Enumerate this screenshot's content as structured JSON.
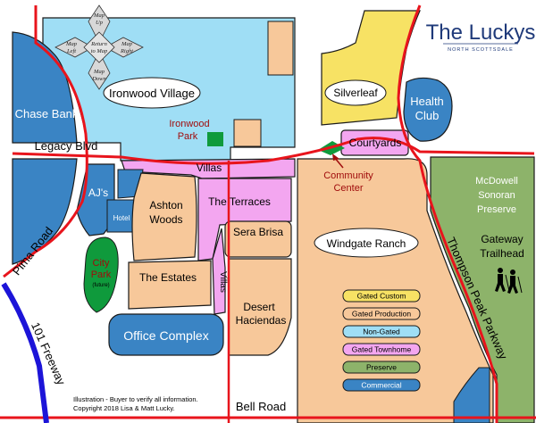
{
  "brand": {
    "name": "The Luckys",
    "tagline": "NORTH SCOTTSDALE",
    "color": "#1f3a7a"
  },
  "nav_control": {
    "up": [
      "Map",
      "Up"
    ],
    "down": [
      "Map",
      "Down"
    ],
    "left": [
      "Map",
      "Left"
    ],
    "right": [
      "Map",
      "Right"
    ],
    "center": [
      "Return",
      "to Map"
    ]
  },
  "roads": {
    "legacy": "Legacy Blvd",
    "pima": "Pima Road",
    "freeway": "101 Freeway",
    "thompson": "Thompson Peak Parkway",
    "bell": "Bell Road"
  },
  "areas": {
    "chase_bank": "Chase Bank",
    "ironwood_village": "Ironwood Village",
    "ironwood_park": [
      "Ironwood",
      "Park"
    ],
    "silverleaf": "Silverleaf",
    "health_club": [
      "Health",
      "Club"
    ],
    "courtyards": "Courtyards",
    "community_center": [
      "Community",
      "Center"
    ],
    "villas_top": "Villas",
    "ajs": "AJ's",
    "hotel": "Hotel",
    "ashton_woods": [
      "Ashton",
      "Woods"
    ],
    "the_terraces": "The Terraces",
    "sera_brisa": "Sera Brisa",
    "windgate_ranch": "Windgate Ranch",
    "mcdowell": [
      "McDowell",
      "Sonoran",
      "Preserve"
    ],
    "gateway": [
      "Gateway",
      "Trailhead"
    ],
    "city_park": [
      "City",
      "Park"
    ],
    "city_park_note": "(future)",
    "the_estates": "The Estates",
    "villas_side": "Villas",
    "desert_haciendas": [
      "Desert",
      "Haciendas"
    ],
    "office_complex": "Office Complex"
  },
  "legend": [
    {
      "label": "Gated Custom",
      "color": "#f7e264"
    },
    {
      "label": "Gated Production",
      "color": "#f7c89a"
    },
    {
      "label": "Non-Gated",
      "color": "#9fdef5"
    },
    {
      "label": "Gated Townhome",
      "color": "#f3a6f0"
    },
    {
      "label": "Preserve",
      "color": "#8db36a"
    },
    {
      "label": "Commercial",
      "color": "#3a84c4"
    }
  ],
  "footnote": [
    "Illustration - Buyer to verify all information.",
    "Copyright 2018 Lisa & Matt Lucky."
  ],
  "colors": {
    "road": "#e8141c",
    "freeway": "#1c14d8",
    "park_green": "#0f9a3c",
    "label_red": "#a00c0c"
  }
}
